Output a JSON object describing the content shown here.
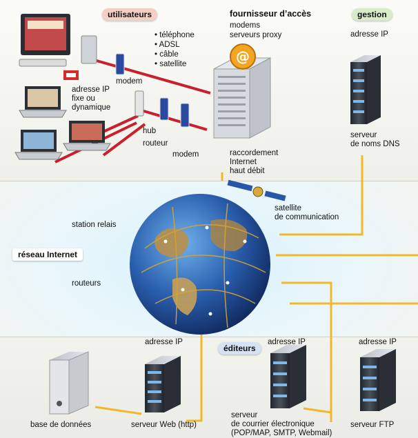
{
  "categories": {
    "users": "utilisateurs",
    "management": "gestion",
    "publishers": "éditeurs",
    "internet_network": "réseau Internet"
  },
  "access_provider": {
    "title": "fournisseur d’accès",
    "lines": [
      "modems",
      "serveurs proxy"
    ]
  },
  "connection_types": [
    "• téléphone",
    "• ADSL",
    "• câble",
    "• satellite"
  ],
  "labels": {
    "modem_top": "modem",
    "ip_address_user": "adresse IP\nfixe ou\ndynamique",
    "hub": "hub",
    "router": "routeur",
    "modem_mid": "modem",
    "connection": "raccordement\nInternet\nhaut débit",
    "ip_address_mgmt": "adresse IP",
    "dns_server": "serveur\nde noms DNS",
    "satellite": "satellite\nde communication",
    "relay_station": "station relais",
    "routers": "routeurs",
    "ip_address_web": "adresse IP",
    "ip_address_mail": "adresse IP",
    "ip_address_ftp": "adresse IP",
    "database": "base de données",
    "web_server": "serveur Web (http)",
    "mail_server": "serveur\nde courrier électronique\n(POP/MAP, SMTP, Webmail)",
    "ftp_server": "serveur FTP"
  },
  "colors": {
    "red_link": "#c8202e",
    "yellow_link": "#f2b82a",
    "globe_ocean": "#2a5fae",
    "server_body": "#3a3f48"
  }
}
